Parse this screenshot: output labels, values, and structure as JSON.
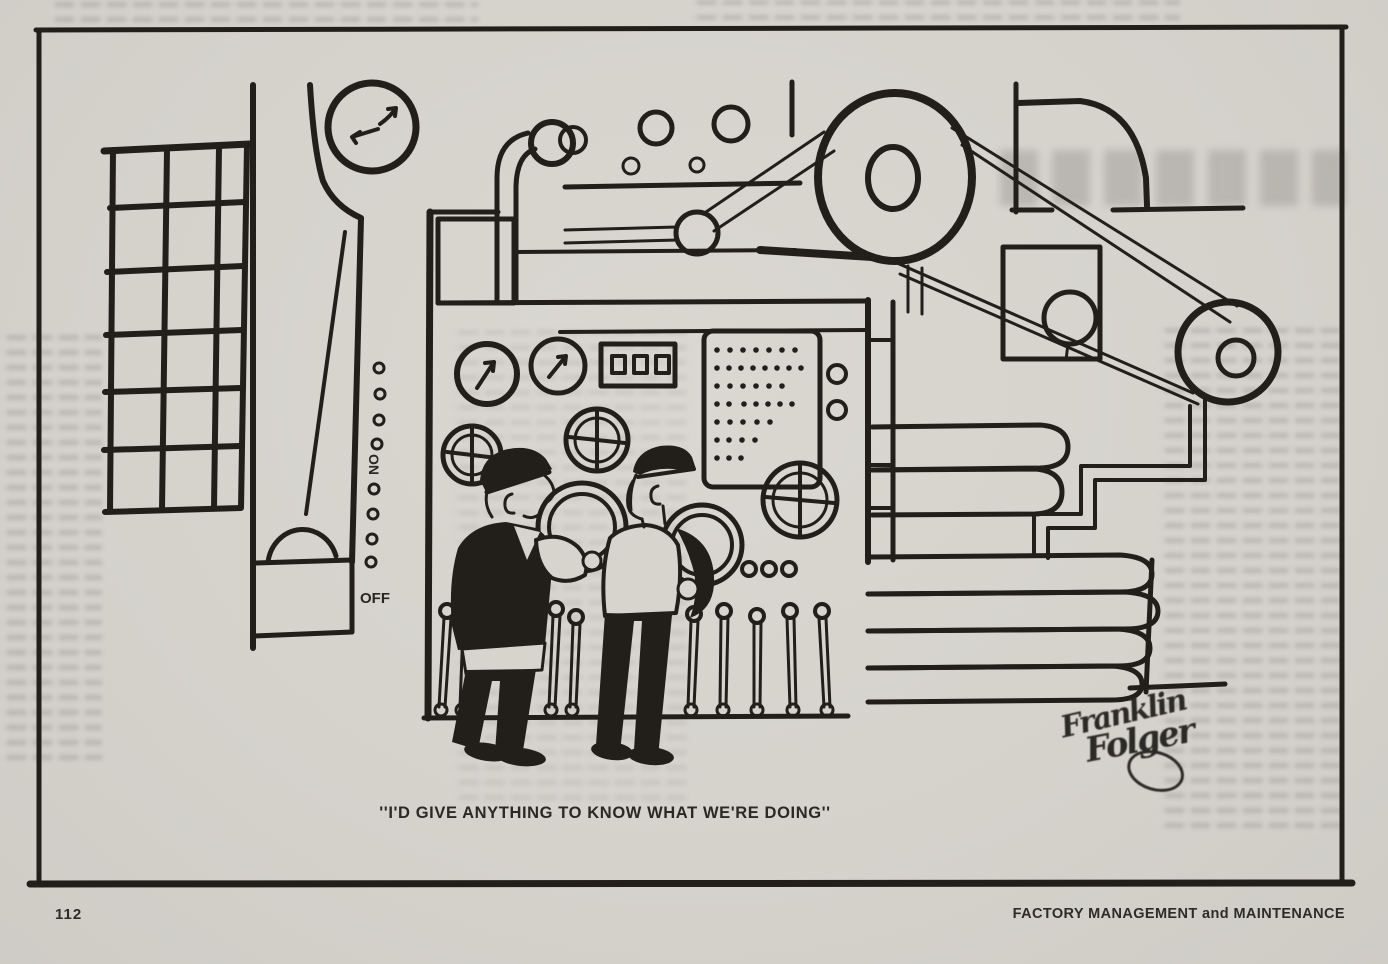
{
  "page": {
    "description": "Scanned magazine cartoon page: two factory workers talk in front of a huge machine control panel covered in gauges, wheels, switches and levers, with belt-driven pulleys on the right.",
    "paper_color": "#d6d3cd",
    "ink_color": "#221f1b",
    "footer": {
      "page_number": "112",
      "magazine_title": "FACTORY MANAGEMENT and MAINTENANCE"
    }
  },
  "cartoon": {
    "caption": "''I'D GIVE ANYTHING TO KNOW WHAT WE'RE DOING''",
    "artist_signature": "Franklin Folger",
    "signature_line1": "Franklin",
    "signature_line2": "Folger",
    "panel_labels": {
      "on": "ON",
      "off": "OFF"
    }
  }
}
